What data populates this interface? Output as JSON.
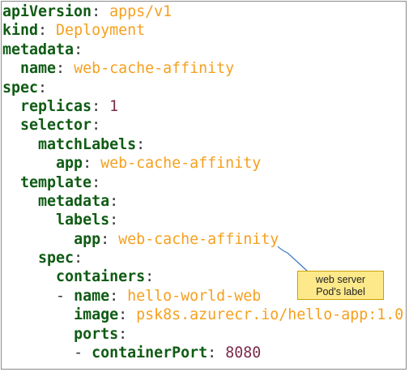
{
  "lines": [
    {
      "indent": "",
      "dash": "",
      "key": "apiVersion",
      "sep": ":",
      "value": " apps/v1",
      "vtype": "str"
    },
    {
      "indent": "",
      "dash": "",
      "key": "kind",
      "sep": ":",
      "value": " Deployment",
      "vtype": "str"
    },
    {
      "indent": "",
      "dash": "",
      "key": "metadata",
      "sep": ":",
      "value": "",
      "vtype": "str"
    },
    {
      "indent": "  ",
      "dash": "",
      "key": "name",
      "sep": ":",
      "value": " web-cache-affinity",
      "vtype": "str"
    },
    {
      "indent": "",
      "dash": "",
      "key": "spec",
      "sep": ":",
      "value": "",
      "vtype": "str"
    },
    {
      "indent": "  ",
      "dash": "",
      "key": "replicas",
      "sep": ":",
      "value": " 1",
      "vtype": "num"
    },
    {
      "indent": "  ",
      "dash": "",
      "key": "selector",
      "sep": ":",
      "value": "",
      "vtype": "str"
    },
    {
      "indent": "    ",
      "dash": "",
      "key": "matchLabels",
      "sep": ":",
      "value": "",
      "vtype": "str"
    },
    {
      "indent": "      ",
      "dash": "",
      "key": "app",
      "sep": ":",
      "value": " web-cache-affinity",
      "vtype": "str"
    },
    {
      "indent": "  ",
      "dash": "",
      "key": "template",
      "sep": ":",
      "value": "",
      "vtype": "str"
    },
    {
      "indent": "    ",
      "dash": "",
      "key": "metadata",
      "sep": ":",
      "value": "",
      "vtype": "str"
    },
    {
      "indent": "      ",
      "dash": "",
      "key": "labels",
      "sep": ":",
      "value": "",
      "vtype": "str"
    },
    {
      "indent": "        ",
      "dash": "",
      "key": "app",
      "sep": ":",
      "value": " web-cache-affinity",
      "vtype": "str"
    },
    {
      "indent": "    ",
      "dash": "",
      "key": "spec",
      "sep": ":",
      "value": "",
      "vtype": "str"
    },
    {
      "indent": "      ",
      "dash": "",
      "key": "containers",
      "sep": ":",
      "value": "",
      "vtype": "str"
    },
    {
      "indent": "      ",
      "dash": "- ",
      "key": "name",
      "sep": ":",
      "value": " hello-world-web",
      "vtype": "str"
    },
    {
      "indent": "        ",
      "dash": "",
      "key": "image",
      "sep": ":",
      "value": " psk8s.azurecr.io/hello-app:1.0",
      "vtype": "str"
    },
    {
      "indent": "        ",
      "dash": "",
      "key": "ports",
      "sep": ":",
      "value": "",
      "vtype": "str"
    },
    {
      "indent": "        ",
      "dash": "- ",
      "key": "containerPort",
      "sep": ":",
      "value": " 8080",
      "vtype": "num"
    }
  ],
  "callout": {
    "line1": "web server",
    "line2": "Pod's label"
  },
  "colors": {
    "key": "#0f5b14",
    "string": "#f5a01e",
    "number": "#7a2a4a",
    "callout_bg": "#fde98a",
    "leader": "#3a78c4"
  }
}
